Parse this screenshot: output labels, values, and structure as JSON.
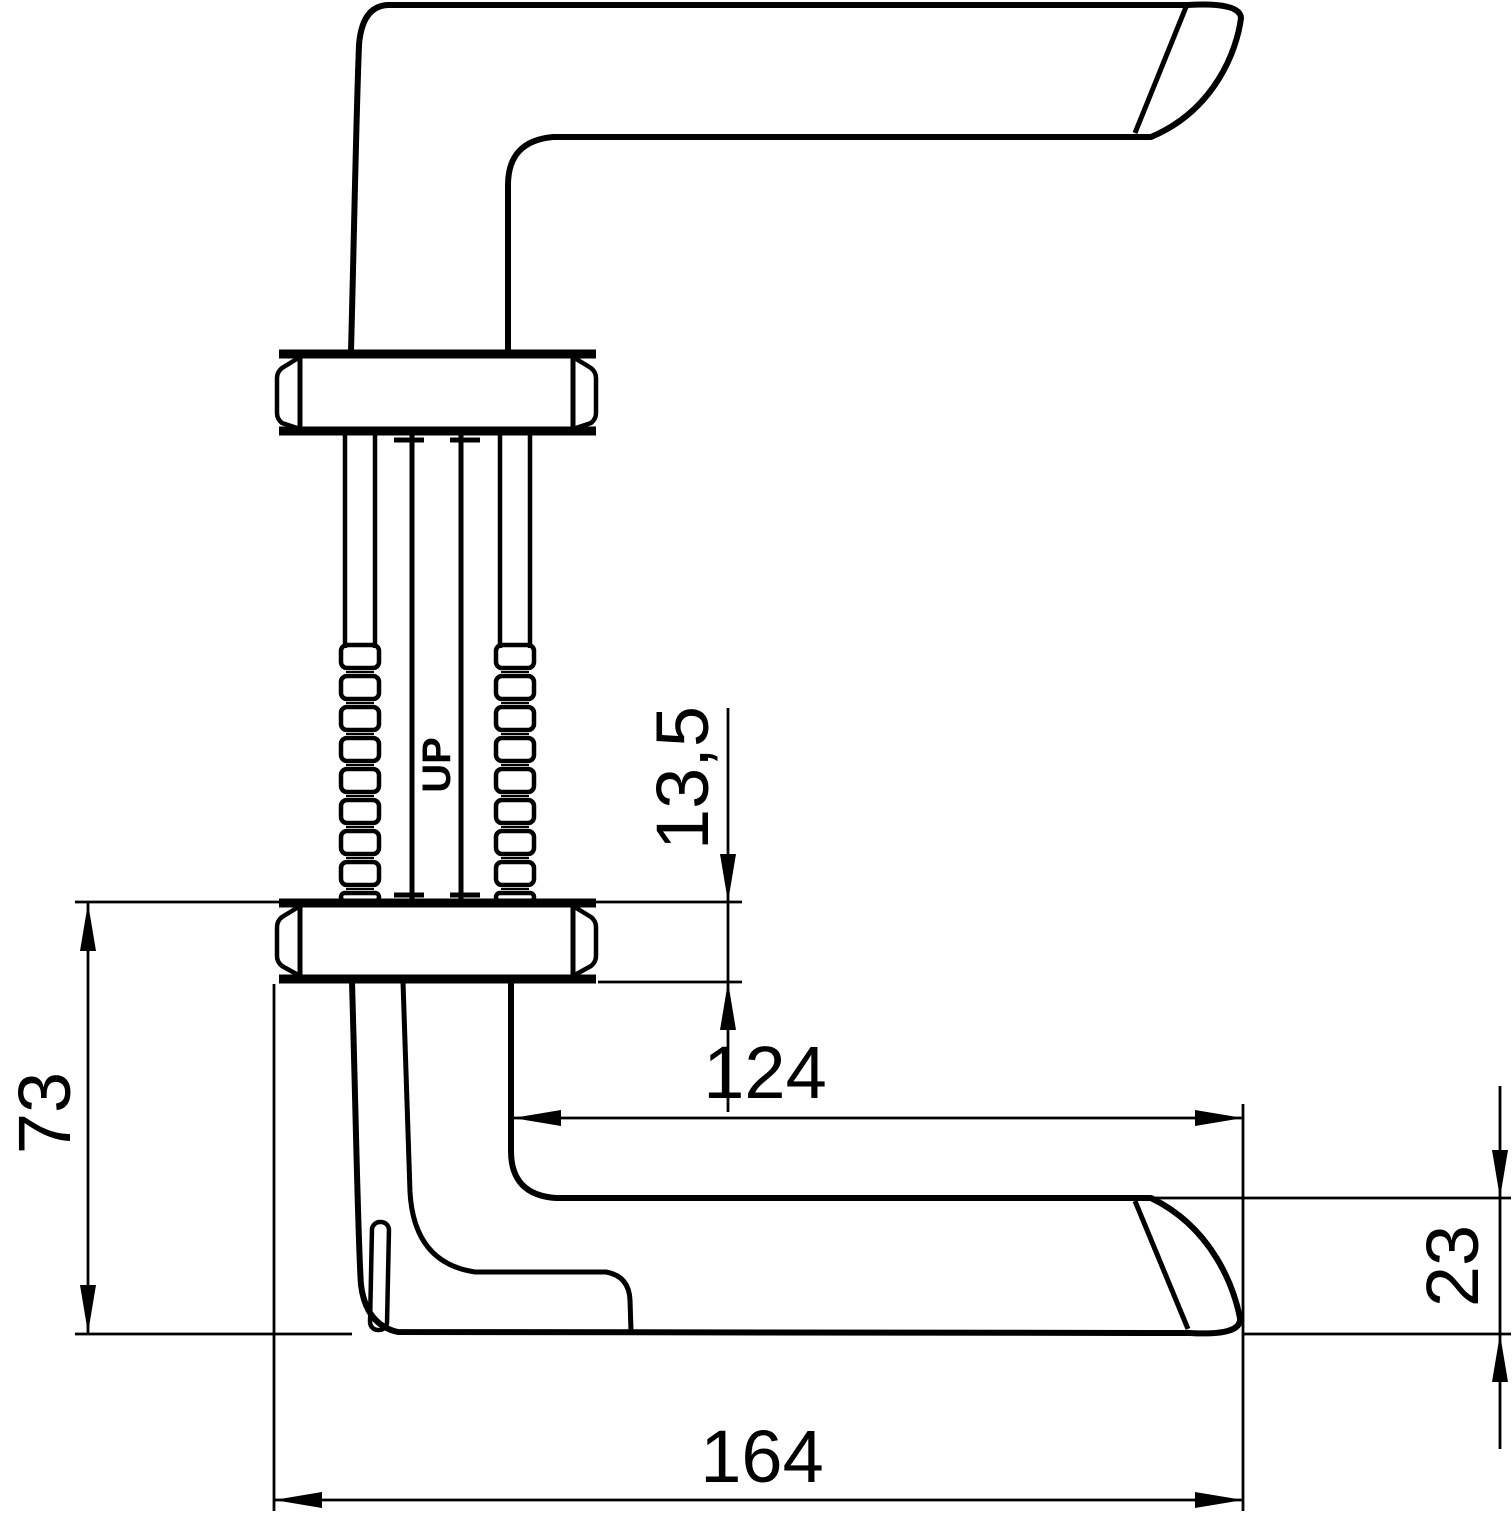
{
  "drawing": {
    "line_color": "#000000",
    "background_color": "#ffffff",
    "spindle_marking": "UP",
    "dimensions": {
      "rose_thickness": "13,5",
      "grip_length": "124",
      "lever_height": "73",
      "grip_thickness": "23",
      "overall_length": "164"
    }
  }
}
